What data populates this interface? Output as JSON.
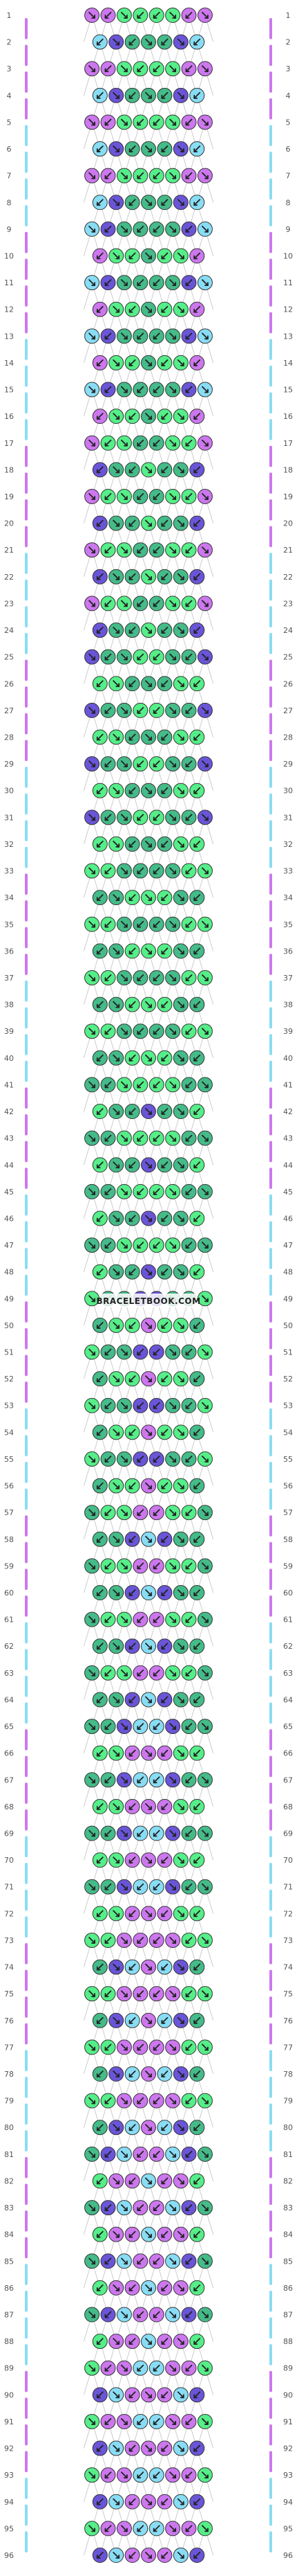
{
  "pattern": {
    "type": "normal bracelet pattern",
    "rows": 96,
    "strings": 16,
    "row_numbers": [
      "1",
      "2",
      "3",
      "4",
      "5",
      "6",
      "7",
      "8",
      "9",
      "10",
      "11",
      "12",
      "13",
      "14",
      "15",
      "16",
      "17",
      "18",
      "19",
      "20",
      "21",
      "22",
      "23",
      "24",
      "25",
      "26",
      "27",
      "28",
      "29",
      "30",
      "31",
      "32",
      "33",
      "34",
      "35",
      "36",
      "37",
      "38",
      "39",
      "40",
      "41",
      "42",
      "43",
      "44",
      "45",
      "46",
      "47",
      "48",
      "49",
      "50",
      "51",
      "52",
      "53",
      "54",
      "55",
      "56",
      "57",
      "58",
      "59",
      "60",
      "61",
      "62",
      "63",
      "64",
      "65",
      "66",
      "67",
      "68",
      "69",
      "70",
      "71",
      "72",
      "73",
      "74",
      "75",
      "76",
      "77",
      "78",
      "79",
      "80",
      "81",
      "82",
      "83",
      "84",
      "85",
      "86",
      "87",
      "88",
      "89",
      "90",
      "91",
      "92",
      "93",
      "94",
      "95",
      "96"
    ],
    "watermark": "BRACELETBOOK.COM",
    "colors": {
      "violet": "#cc77ee",
      "sky": "#88ddf4",
      "indigo": "#6a55d8",
      "green": "#55ee88",
      "teal": "#44bb88",
      "thread_line": "#cccccc"
    },
    "string_colors": [
      "violet",
      "sky",
      "violet",
      "indigo",
      "green",
      "teal",
      "green",
      "teal",
      "teal",
      "green",
      "teal",
      "green",
      "indigo",
      "violet",
      "sky",
      "violet"
    ],
    "knot_arrow_icon": "diagonal-arrow-icon"
  }
}
